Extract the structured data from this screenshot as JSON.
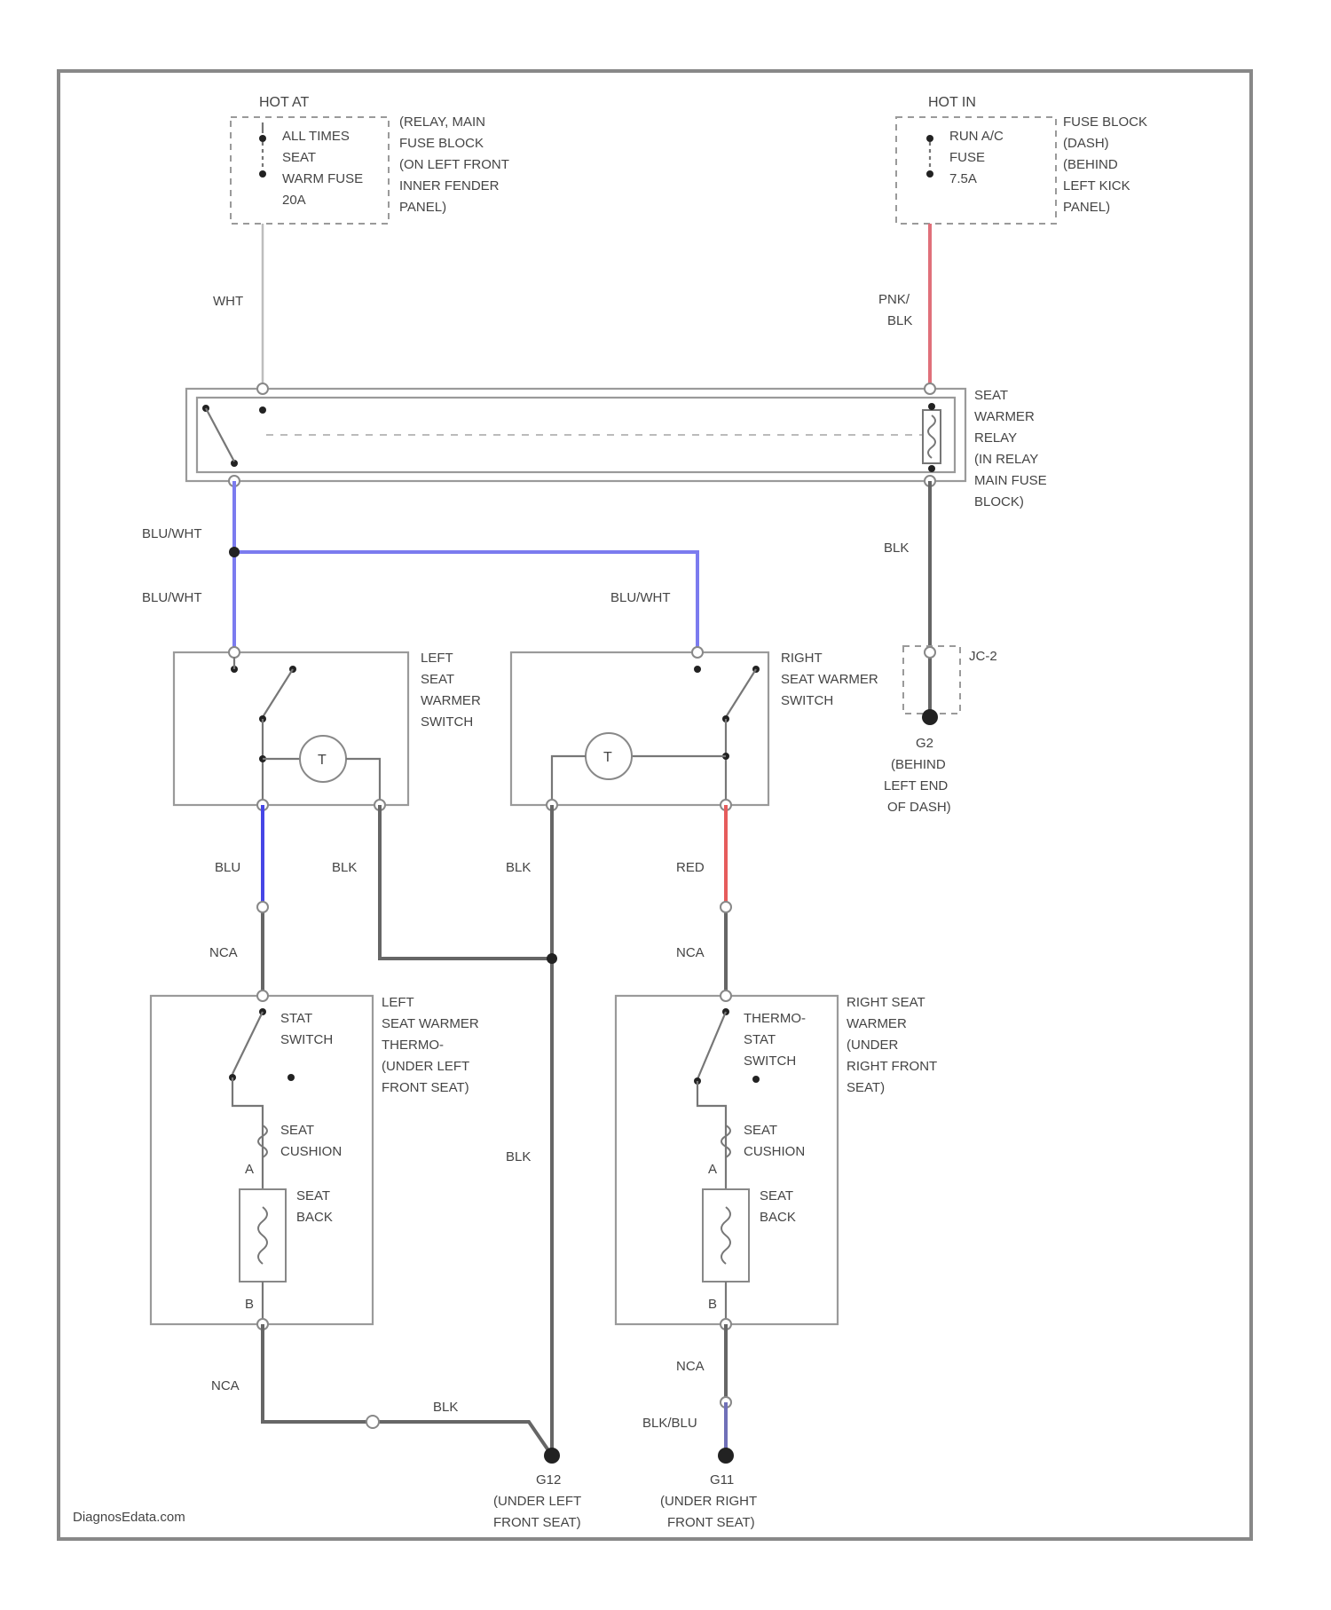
{
  "colors": {
    "wht": "#c8c8c8",
    "pnk_blk": "#e0707a",
    "blu_wht": "#7b7bef",
    "blu": "#4646e6",
    "red": "#e65c5c",
    "blk": "#666666",
    "blk_blu": "#7070b8",
    "frame": "#888888"
  },
  "fuse_left": {
    "header": "HOT AT",
    "lines": [
      "ALL TIMES",
      "SEAT",
      "WARM FUSE",
      "20A"
    ],
    "desc": [
      "(RELAY, MAIN",
      "FUSE BLOCK",
      "(ON LEFT FRONT",
      "INNER FENDER",
      "PANEL)"
    ]
  },
  "fuse_right": {
    "header": "HOT IN",
    "lines": [
      "RUN A/C",
      "FUSE",
      "7.5A"
    ],
    "desc": [
      "FUSE BLOCK",
      "(DASH)",
      "(BEHIND",
      "LEFT KICK",
      "PANEL)"
    ]
  },
  "relay": {
    "desc": [
      "SEAT",
      "WARMER",
      "RELAY",
      "(IN RELAY",
      "MAIN FUSE",
      "BLOCK)"
    ]
  },
  "wires": {
    "wht": "WHT",
    "pnk_blk": [
      "PNK/",
      "BLK"
    ],
    "blu_wht_1": "BLU/WHT",
    "blu_wht_2": "BLU/WHT",
    "blu_wht_3": "BLU/WHT",
    "blk_relay": "BLK",
    "blu": "BLU",
    "blk_left": "BLK",
    "blk_center": "BLK",
    "red": "RED",
    "nca_left_top": "NCA",
    "nca_right_top": "NCA",
    "blk_down": "BLK",
    "nca_left_bottom": "NCA",
    "blk_bottom": "BLK",
    "nca_right_bottom": "NCA",
    "blk_blu": "BLK/BLU"
  },
  "connector_jc": "JC-2",
  "left_switch": {
    "desc": [
      "LEFT",
      "SEAT",
      "WARMER",
      "SWITCH"
    ],
    "thermo": "T"
  },
  "right_switch": {
    "desc": [
      "RIGHT",
      "SEAT WARMER",
      "SWITCH"
    ],
    "thermo": "T"
  },
  "ground_g2": {
    "lines": [
      "G2",
      "(BEHIND",
      "LEFT END",
      "OF DASH)"
    ]
  },
  "left_heater": {
    "switch": [
      "STAT",
      "SWITCH"
    ],
    "desc": [
      "LEFT",
      "SEAT WARMER",
      "THERMO-",
      "(UNDER LEFT",
      "FRONT SEAT)"
    ],
    "cushion": [
      "SEAT",
      "CUSHION"
    ],
    "back": [
      "SEAT",
      "BACK"
    ],
    "pin_a": "A",
    "pin_b": "B"
  },
  "right_heater": {
    "switch": [
      "THERMO-",
      "STAT",
      "SWITCH"
    ],
    "desc": [
      "RIGHT SEAT",
      "WARMER",
      "(UNDER",
      "RIGHT FRONT",
      "SEAT)"
    ],
    "cushion": [
      "SEAT",
      "CUSHION"
    ],
    "back": [
      "SEAT",
      "BACK"
    ],
    "pin_a": "A",
    "pin_b": "B"
  },
  "ground_g12": {
    "lines": [
      "G12",
      "(UNDER LEFT",
      "FRONT SEAT)"
    ]
  },
  "ground_g11": {
    "lines": [
      "G11",
      "(UNDER RIGHT",
      "FRONT SEAT)"
    ]
  },
  "watermark": "DiagnosEdata.com"
}
